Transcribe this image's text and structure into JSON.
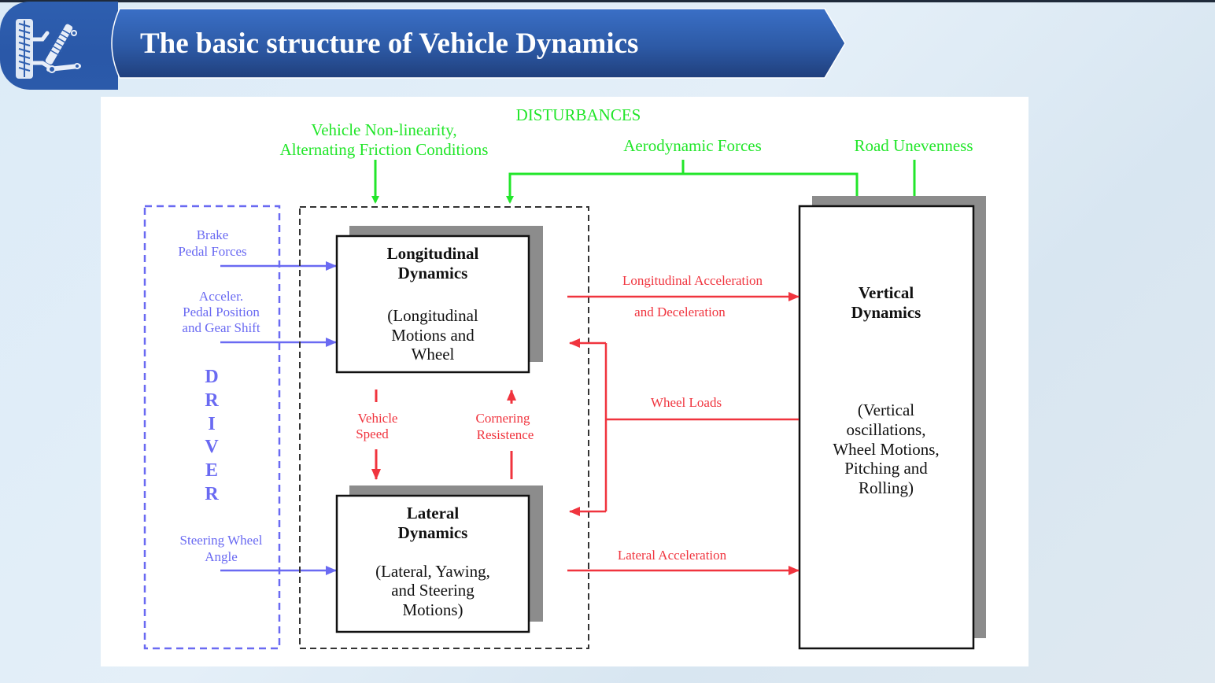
{
  "slide": {
    "title": "The basic structure of Vehicle Dynamics",
    "logo_icon": "vehicle-suspension-icon",
    "colors": {
      "title_band": "#2e5fb0",
      "disturbance": "#22e62a",
      "driver": "#6a6af2",
      "signal": "#f0343e",
      "shadow": "#8c8c8c"
    }
  },
  "diagram": {
    "disturbances": {
      "heading": "DISTURBANCES",
      "nonlinearity": [
        "Vehicle Non-linearity,",
        "Alternating Friction Conditions"
      ],
      "aerodynamic": "Aerodynamic Forces",
      "road": "Road Unevenness"
    },
    "driver": {
      "letters": [
        "D",
        "R",
        "I",
        "V",
        "E",
        "R"
      ],
      "inputs": {
        "brake": [
          "Brake",
          "Pedal Forces"
        ],
        "accel": [
          "Acceler.",
          "Pedal Position",
          "and Gear Shift"
        ],
        "steering": [
          "Steering Wheel",
          "Angle"
        ]
      }
    },
    "longitudinal": {
      "title": [
        "Longitudinal",
        "Dynamics"
      ],
      "desc": [
        "(Longitudinal",
        "Motions and",
        "Wheel"
      ]
    },
    "lateral": {
      "title": [
        "Lateral",
        "Dynamics"
      ],
      "desc": [
        "(Lateral, Yawing,",
        "and Steering",
        "Motions)"
      ]
    },
    "vertical": {
      "title": [
        "Vertical",
        "Dynamics"
      ],
      "desc": [
        "(Vertical",
        "oscillations,",
        "Wheel Motions,",
        "Pitching and",
        "Rolling)"
      ]
    },
    "signals": {
      "vehicle_speed": [
        "Vehicle",
        "Speed"
      ],
      "cornering": [
        "Cornering",
        "Resistence"
      ],
      "long_accel": [
        "Longitudinal Acceleration",
        "and Deceleration"
      ],
      "wheel_loads": "Wheel Loads",
      "lat_accel": "Lateral Acceleration"
    }
  }
}
